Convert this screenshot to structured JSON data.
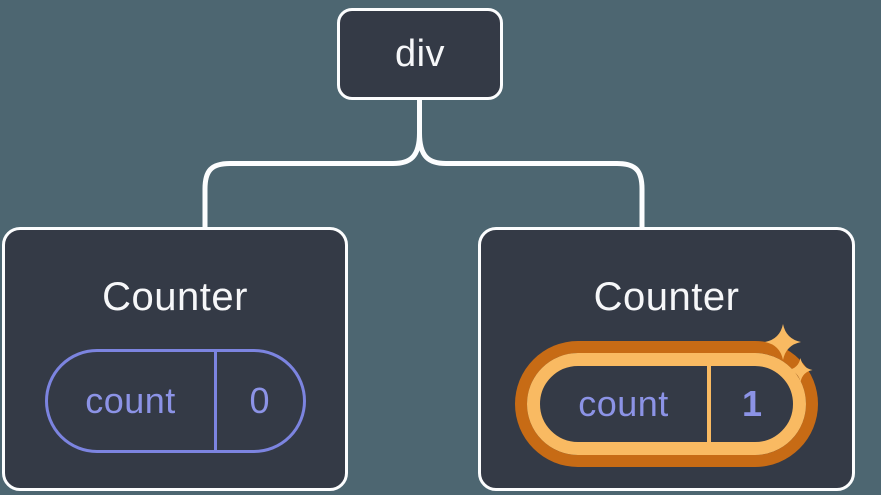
{
  "colors": {
    "page_bg": "#4D6671",
    "node_bg": "#343A46",
    "node_border": "#FCFDFE",
    "connector": "#FCFDFE",
    "purple_text": "#8C93E6",
    "purple_border": "#7C84E0",
    "orange_light": "#F9BA62",
    "orange_dark": "#C76B15",
    "text_white": "#F6F7F9"
  },
  "tree": {
    "root": {
      "label": "div"
    },
    "children": [
      {
        "title": "Counter",
        "state_key": "count",
        "state_value": "0",
        "highlighted": false
      },
      {
        "title": "Counter",
        "state_key": "count",
        "state_value": "1",
        "highlighted": true
      }
    ]
  },
  "icons": {
    "sparkles": "sparkles-icon"
  }
}
